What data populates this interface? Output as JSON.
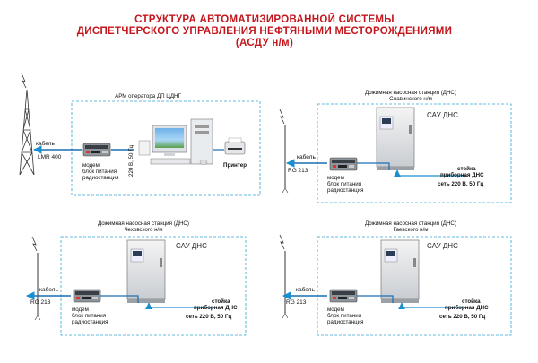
{
  "title": {
    "line1": "СТРУКТУРА  АВТОМАТИЗИРОВАННОЙ  СИСТЕМЫ",
    "line2": "ДИСПЕТЧЕРСКОГО  УПРАВЛЕНИЯ  НЕФТЯНЫМИ  МЕСТОРОЖДЕНИЯМИ",
    "line3": "(АСДУ  н/м)"
  },
  "colors": {
    "title": "#c4161c",
    "frame": "#2aa6d6",
    "cable": "#1a6fb3",
    "arrow": "#1a8fd0"
  },
  "central": {
    "title": "АРМ оператора ДП ЦДНГ",
    "cable_label": "кабель",
    "cable_type": "LMR 400",
    "modem_block": [
      "модем",
      "блок питания",
      "радиостанция"
    ],
    "power_label": "220 В, 50 Гц",
    "printer_label": "Принтер"
  },
  "stations": [
    {
      "title_line1": "Дожимная насосная станция (ДНС)",
      "title_line2": "Славинского н/м",
      "sau_label": "САУ ДНС",
      "cable_label": "кабель",
      "cable_type": "RG 213",
      "modem_block": [
        "модем",
        "блок питания",
        "радиостанция"
      ],
      "rack_label": [
        "стойка",
        "приборная ДНС"
      ],
      "power_label": "сеть 220 В, 50 Гц"
    },
    {
      "title_line1": "Дожимная насосная станция (ДНС)",
      "title_line2": "Чеховского н/м",
      "sau_label": "САУ ДНС",
      "cable_label": "кабель",
      "cable_type": "RG 213",
      "modem_block": [
        "модем",
        "блок питания",
        "радиостанция"
      ],
      "rack_label": [
        "стойка",
        "приборная ДНС"
      ],
      "power_label": "сеть 220 В, 50 Гц"
    },
    {
      "title_line1": "Дожимная насосная станция (ДНС)",
      "title_line2": "Гаевского н/м",
      "sau_label": "САУ ДНС",
      "cable_label": "кабель",
      "cable_type": "RG 213",
      "modem_block": [
        "модем",
        "блок питания",
        "радиостанция"
      ],
      "rack_label": [
        "стойка",
        "приборная ДНС"
      ],
      "power_label": "сеть 220 В, 50 Гц"
    }
  ]
}
